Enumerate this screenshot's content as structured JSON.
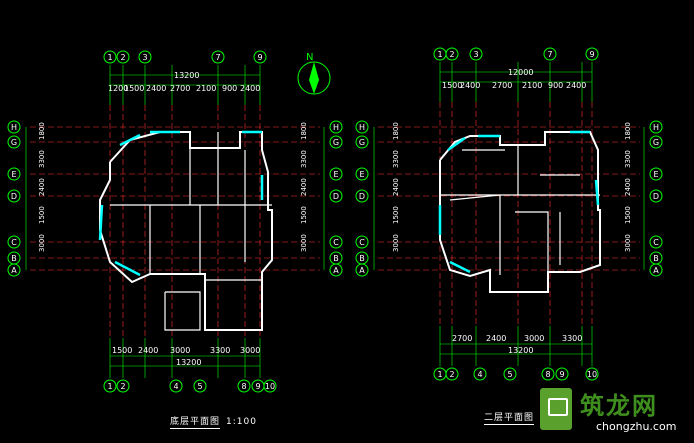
{
  "drawings": [
    {
      "id": "ground-floor",
      "title": "底层平面图",
      "scale": "1:100"
    },
    {
      "id": "second-floor",
      "title": "二层平面图",
      "scale": ""
    }
  ],
  "north_label": "N",
  "dimensions": {
    "ground_top_total": "13200",
    "ground_top_row": [
      "1200",
      "1500",
      "2400",
      "2700",
      "2100",
      "900",
      "2400"
    ],
    "ground_bottom_total": "13200",
    "ground_bottom_row": [
      "1500",
      "2400",
      "3000",
      "3300",
      "3000"
    ],
    "second_top_total": "12000",
    "second_top_row": [
      "1500",
      "2400",
      "2700",
      "2100",
      "900",
      "2400"
    ],
    "second_bottom_total": "13200",
    "second_bottom_row": [
      "2700",
      "2400",
      "3000",
      "3300"
    ],
    "side_row": [
      "1800",
      "3300",
      "2400",
      "1500",
      "3000"
    ]
  },
  "axis_labels": {
    "columns_top": [
      "1",
      "2",
      "3",
      "7",
      "9"
    ],
    "columns_bottom": [
      "1",
      "2",
      "4",
      "5",
      "8",
      "9",
      "10"
    ],
    "rows": [
      "H",
      "G",
      "E",
      "D",
      "C",
      "B",
      "A"
    ]
  },
  "watermark": {
    "cn": "筑龙网",
    "en": "chongzhu.com"
  },
  "colors": {
    "background": "#000000",
    "wall": "#ffffff",
    "axis": "#ff3030",
    "dimension": "#00ff00",
    "window": "#00ffff",
    "text": "#ffffff"
  }
}
